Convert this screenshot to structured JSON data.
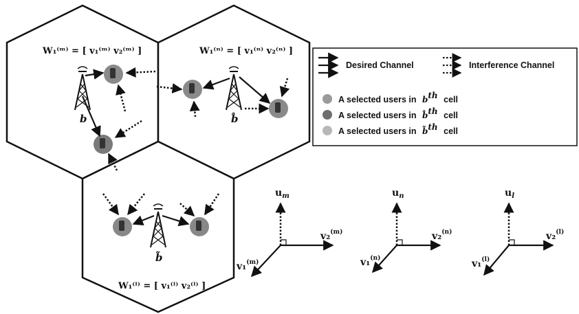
{
  "legend": {
    "desired_channel": "Desired Channel",
    "interference_channel": "Interference Channel",
    "users_prefix": "A selected users in",
    "cell_word": "cell",
    "cell_refs": [
      "b",
      "b̂",
      "b̃"
    ],
    "ordinal": "th",
    "user_colors": [
      "#9a9a9a",
      "#6e6e6e",
      "#b8b8b8"
    ]
  },
  "cells": {
    "b": {
      "bs_label": "b",
      "w_label": "W₁⁽ᵐ⁾ = [ v₁⁽ᵐ⁾  v₂⁽ᵐ⁾ ]"
    },
    "b_hat": {
      "bs_label": "b̂",
      "w_label": "W₁⁽ⁿ⁾ = [ v₁⁽ⁿ⁾  v₂⁽ⁿ⁾ ]"
    },
    "b_tilde": {
      "bs_label": "b̃",
      "w_label": "W₁⁽ˡ⁾ = [ v₁⁽ˡ⁾  v₂⁽ˡ⁾ ]"
    }
  },
  "vector_diagrams": [
    {
      "u": "u",
      "u_sub": "m",
      "v2": "v₂",
      "v2_sup": "(m)",
      "v1": "v₁",
      "v1_sup": "(m)"
    },
    {
      "u": "u",
      "u_sub": "n",
      "v2": "v₂",
      "v2_sup": "(n)",
      "v1": "v₁",
      "v1_sup": "(n)"
    },
    {
      "u": "u",
      "u_sub": "l",
      "v2": "v₂",
      "v2_sup": "(l)",
      "v1": "v₁",
      "v1_sup": "(l)"
    }
  ]
}
